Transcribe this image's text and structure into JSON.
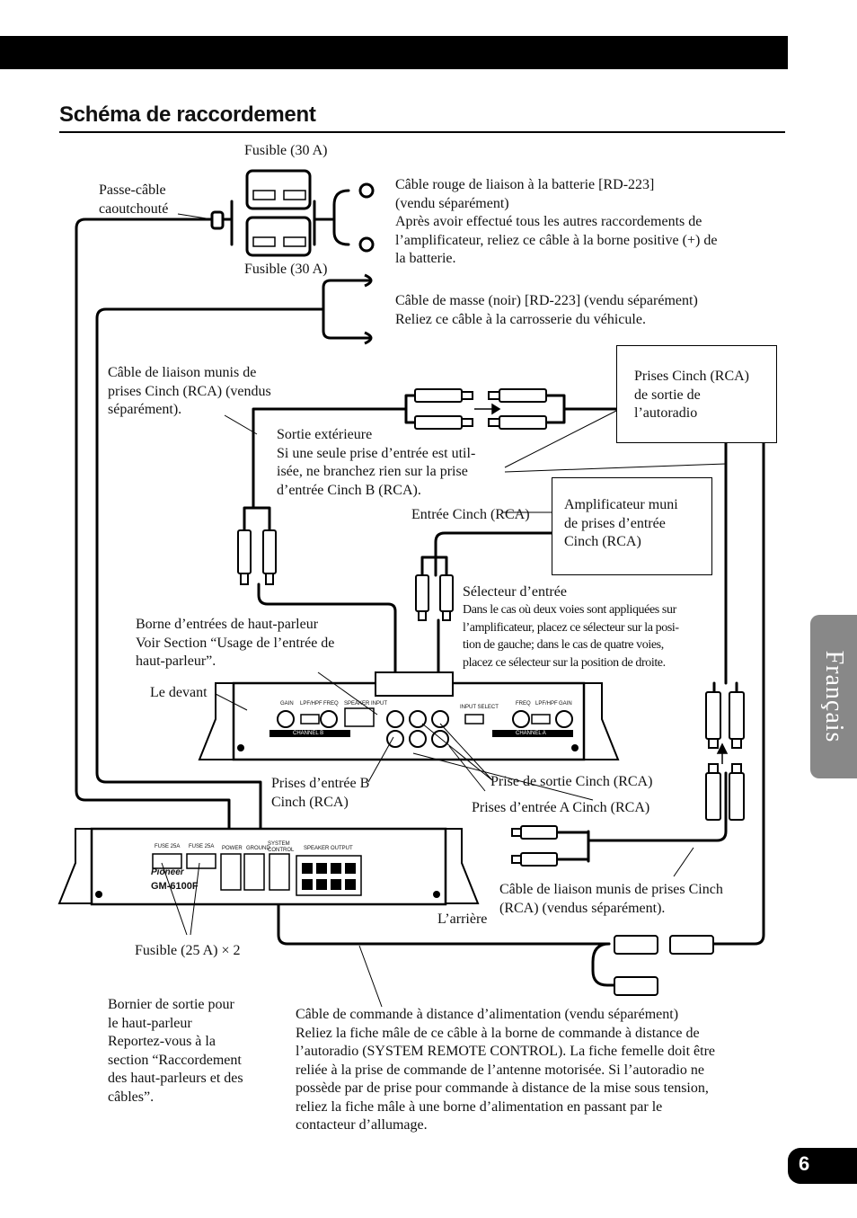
{
  "page": {
    "section_title": "Schéma de raccordement",
    "language_tab": "Français",
    "page_number": "6"
  },
  "labels": {
    "fuse_top": "Fusible (30 A)",
    "fuse_bottom": "Fusible (30 A)",
    "grommet": "Passe-câble\ncaoutchouté",
    "battery_cable": "Câble rouge de liaison à la batterie [RD-223]\n(vendu séparément)\nAprès avoir effectué tous les autres raccordements de\nl’amplificateur, reliez ce câble à la borne positive (+) de\nla batterie.",
    "ground_cable": "Câble de masse (noir) [RD-223] (vendu séparément)\nReliez ce câble à la carrosserie du véhicule.",
    "rca_cable_top": "Câble de liaison munis de\nprises Cinch (RCA) (vendus\nséparément).",
    "head_unit_out": "Prises Cinch (RCA)\nde sortie de\nl’autoradio",
    "external_out": "Sortie extérieure\nSi une seule prise d’entrée est util-\nisée, ne branchez rien sur la prise\nd’entrée Cinch B (RCA).",
    "rca_input": "Entrée Cinch (RCA)",
    "amp_rca_input": "Amplificateur muni\nde prises d’entrée\nCinch (RCA)",
    "input_selector_title": "Sélecteur d’entrée",
    "input_selector_desc": "Dans le cas où deux voies sont appliquées sur\nl’amplificateur, placez ce sélecteur sur la posi-\ntion de gauche; dans le cas de quatre voies,\nplacez ce sélecteur sur la position de droite.",
    "speaker_input_terminal": "Borne d’entrées de haut-parleur\nVoir Section “Usage de l’entrée de\nhaut-parleur”.",
    "front": "Le devant",
    "input_b": "Prises d’entrée B\nCinch (RCA)",
    "rca_output": "Prise de sortie Cinch (RCA)",
    "input_a": "Prises d’entrée A Cinch (RCA)",
    "rca_cable_bottom": "Câble de liaison munis de prises Cinch\n(RCA) (vendus séparément).",
    "rear": "L’arrière",
    "fuse_25": "Fusible (25 A) × 2",
    "speaker_output_terminal": "Bornier de sortie pour\nle haut-parleur\nReportez-vous à la\nsection “Raccordement\ndes haut-parleurs et des\ncâbles”.",
    "remote_cable": "Câble de commande à distance d’alimentation (vendu séparément)\nReliez la fiche mâle de ce câble à la borne de commande à distance de\nl’autoradio (SYSTEM REMOTE CONTROL). La fiche femelle doit être\nreliée à la prise de commande de l’antenne motorisée. Si l’autoradio ne\npossède par de prise pour commande à distance de la mise sous tension,\nreliez la fiche mâle à une borne d’alimentation en passant par le\ncontacteur d’allumage."
  },
  "amp_panel": {
    "brand": "Pioneer",
    "model": "GM-6100F",
    "fuse_label_1": "FUSE 25A",
    "fuse_label_2": "FUSE 25A",
    "power": "POWER",
    "ground": "GROUND",
    "system_control": "SYSTEM CONTROL",
    "speaker_output": "SPEAKER OUTPUT",
    "channel_b": "CHANNEL B",
    "channel_a": "CHANNEL A",
    "gain": "GAIN",
    "lpf_hpf": "LPF/HPF",
    "freq": "FREQ",
    "speaker_input": "SPEAKER INPUT",
    "input_select": "INPUT SELECT"
  }
}
